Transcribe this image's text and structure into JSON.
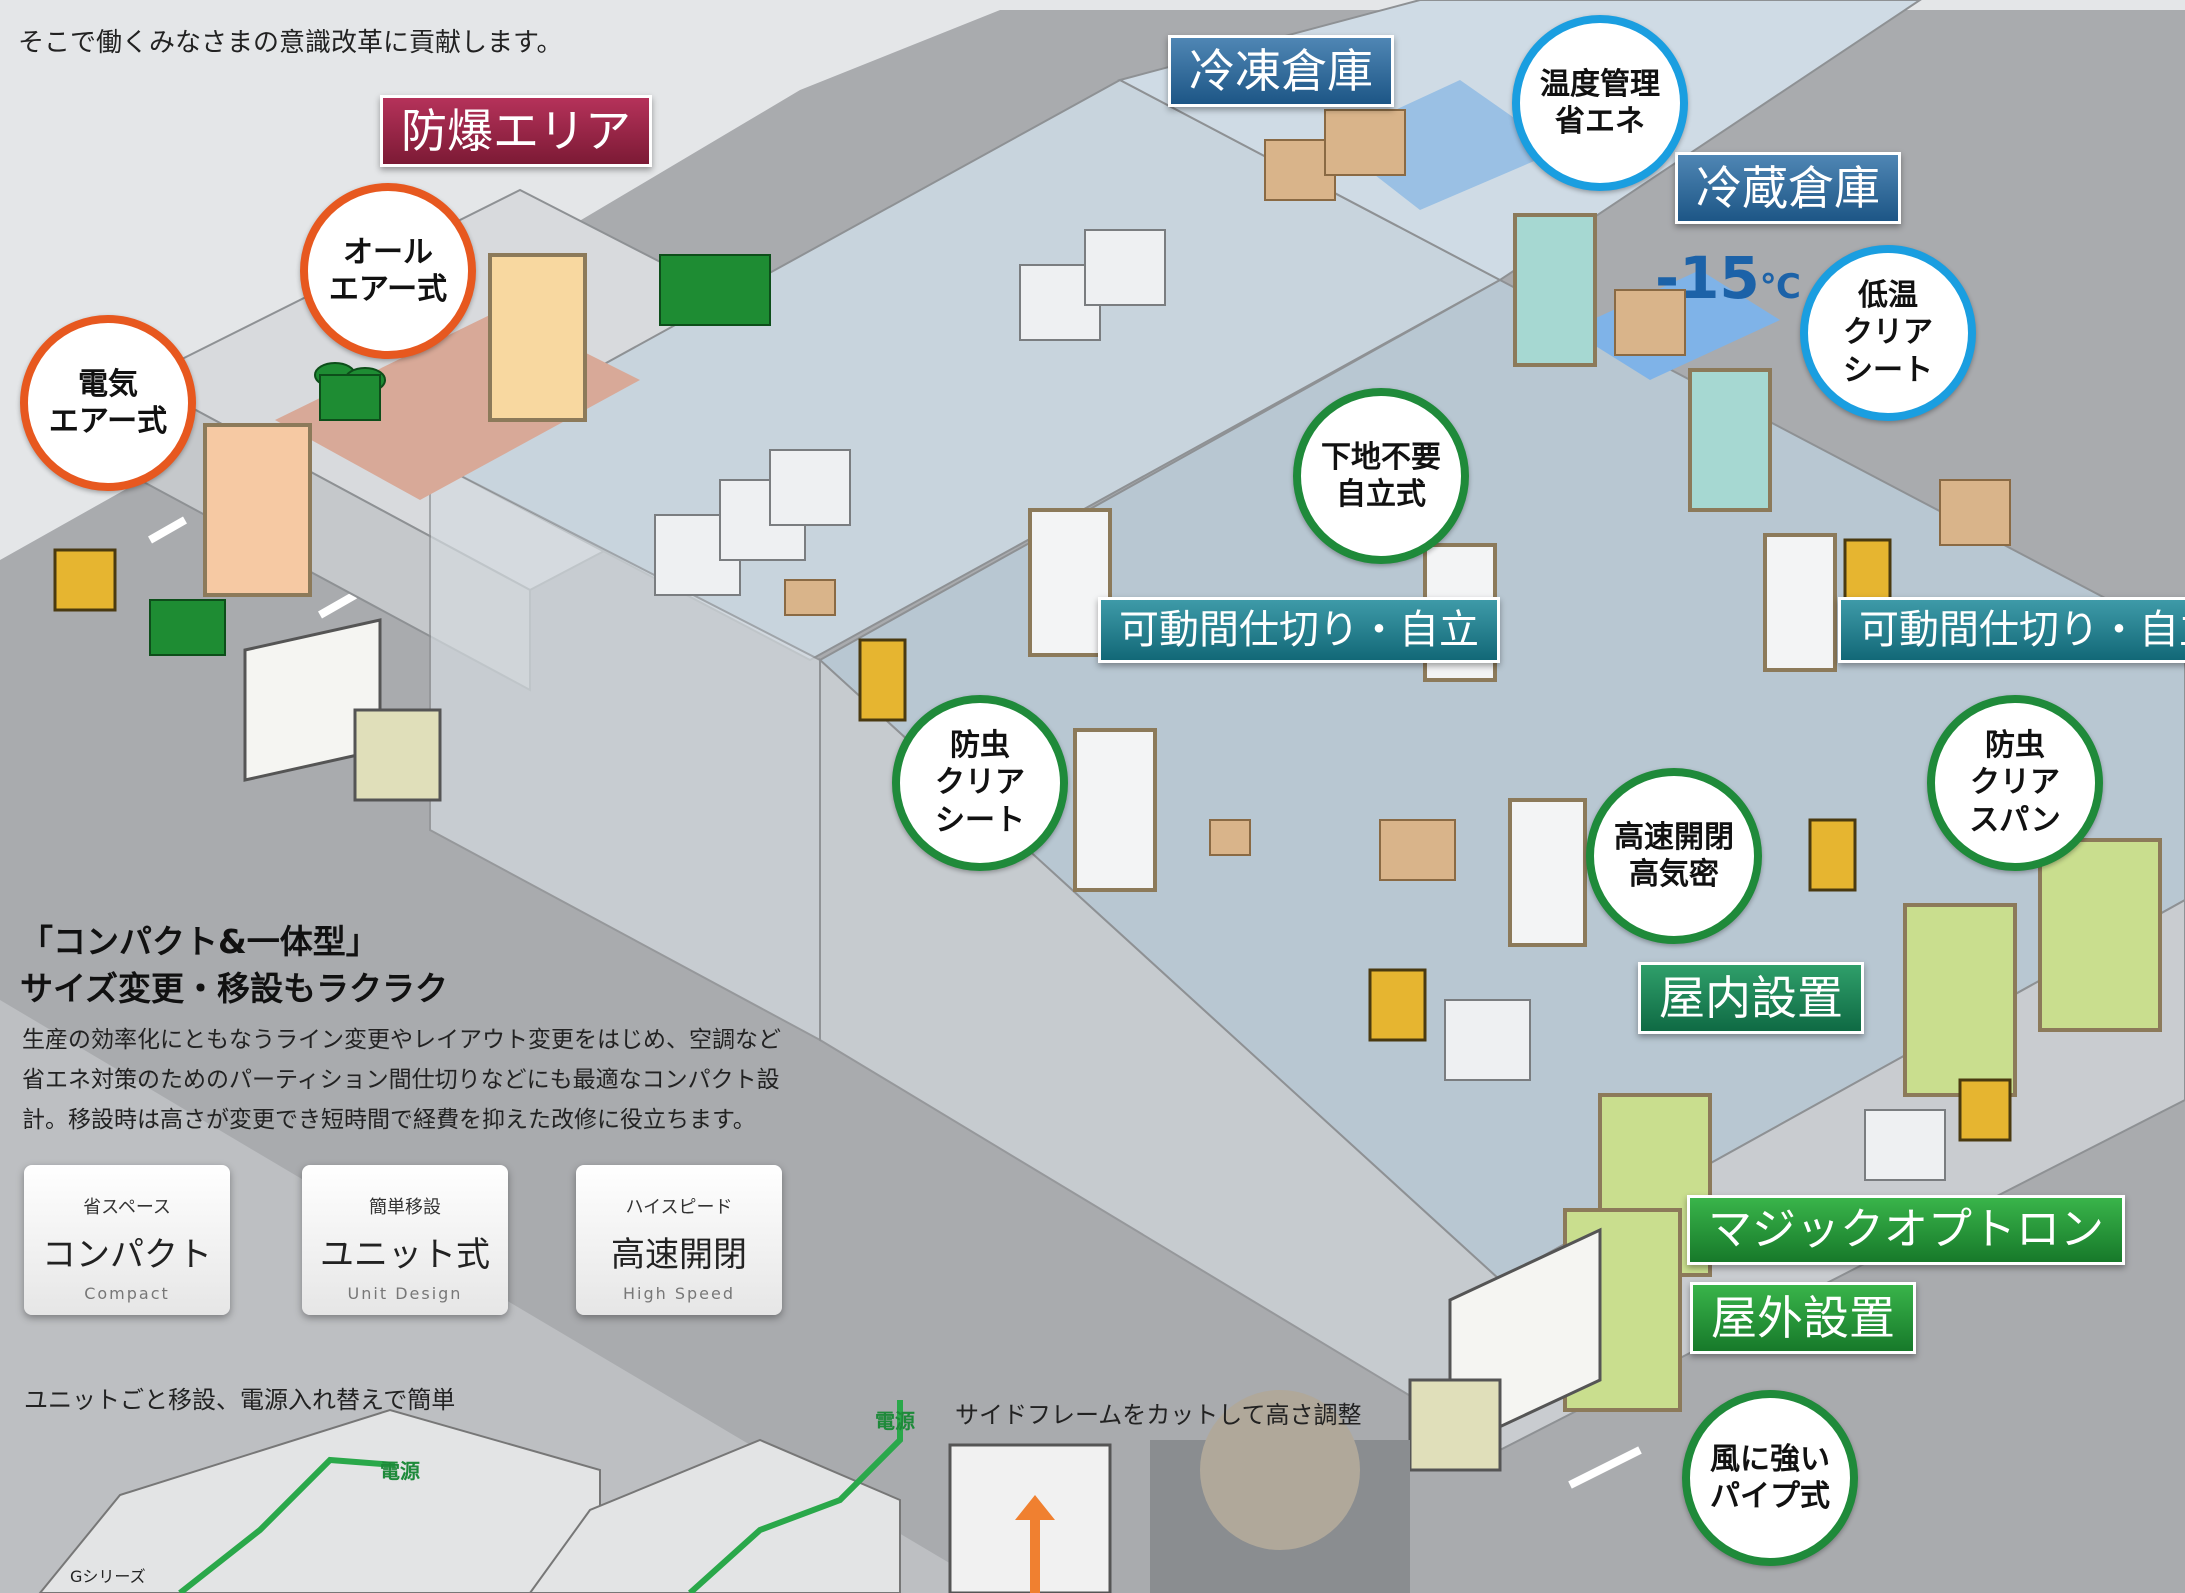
{
  "intro": "そこで働くみなさまの意識改革に貢献します。",
  "labels": {
    "bakuhatsu": "防爆エリア",
    "reitou": "冷凍倉庫",
    "reizou": "冷蔵倉庫",
    "kadou1": "可動間仕切り・自立",
    "kadou2": "可動間仕切り・自立",
    "okunai": "屋内設置",
    "magic": "マジックオプトロン",
    "okugai": "屋外設置"
  },
  "temperature": {
    "value": "-15",
    "unit": "℃"
  },
  "circles": {
    "denki": "電気\nエアー式",
    "oal": "オール\nエアー式",
    "ondo": "温度管理\n省エネ",
    "teion": "低温\nクリア\nシート",
    "shitaji": "下地不要\n自立式",
    "bouchu1": "防虫\nクリア\nシート",
    "kousoku": "高速開閉\n高気密",
    "bouchu2": "防虫\nクリア\nスパン",
    "kaze": "風に強い\nパイプ式"
  },
  "panel": {
    "heading1": "「コンパクト&一体型」",
    "heading2": "サイズ変更・移設もラクラク",
    "body": "生産の効率化にともなうライン変更やレイアウト変更をはじめ、空調など省エネ対策のためのパーティション間仕切りなどにも最適なコンパクト設計。移設時は高さが変更でき短時間で経費を抑えた改修に役立ちます。",
    "features": [
      {
        "top": "省スペース",
        "mid": "コンパクト",
        "bot": "Compact"
      },
      {
        "top": "簡単移設",
        "mid": "ユニット式",
        "bot": "Unit Design"
      },
      {
        "top": "ハイスピード",
        "mid": "高速開閉",
        "bot": "High Speed"
      }
    ],
    "caption_left": "ユニットごと移設、電源入れ替えで簡単",
    "caption_right": "サイドフレームをカットして高さ調整",
    "power1": "電源",
    "power2": "電源",
    "series": "Gシリーズ"
  }
}
